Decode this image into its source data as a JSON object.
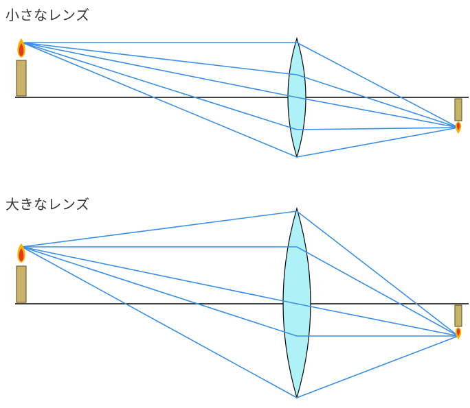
{
  "panels": [
    {
      "title": "小さなレンズ",
      "lens_size": "small"
    },
    {
      "title": "大きなレンズ",
      "lens_size": "large"
    }
  ],
  "colors": {
    "ray": "#3a8ee6",
    "axis": "#000000",
    "lens_fill": "#aef2f8",
    "lens_stroke": "#000000",
    "candle_body": "#c9b36a",
    "candle_body_stroke": "#5a4a1a",
    "flame_outer": "#f4b400",
    "flame_inner": "#e23b1b",
    "background": "#ffffff"
  }
}
